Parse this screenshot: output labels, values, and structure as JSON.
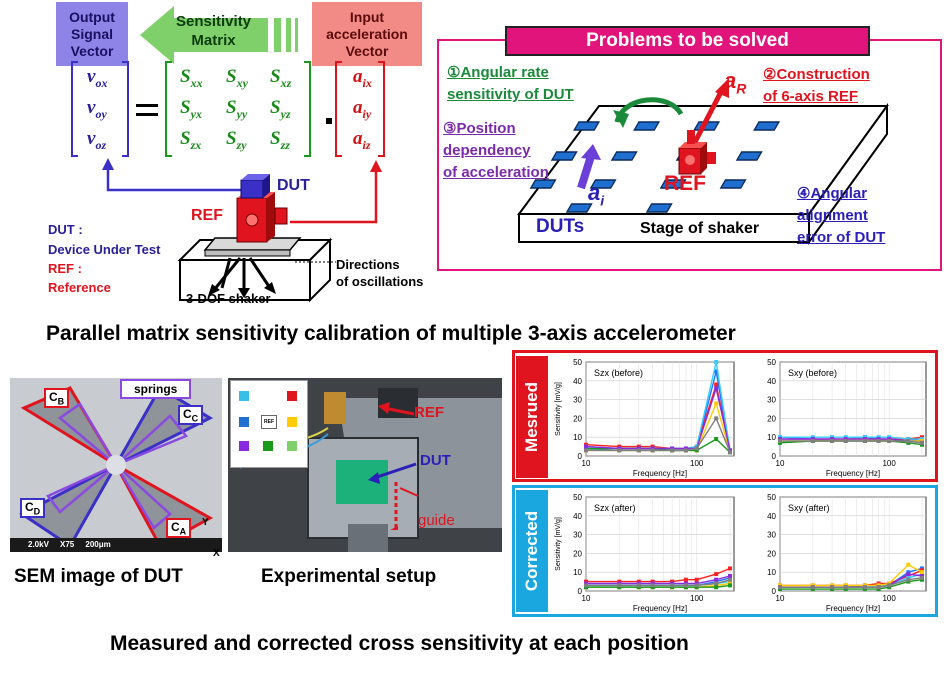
{
  "top_left": {
    "output_box": {
      "label": "Output\nSignal\nVector"
    },
    "matrix_arrow": {
      "label": "Sensitivity\nMatrix"
    },
    "input_box": {
      "label": "Input\nacceleration\nVector"
    },
    "v_vector": [
      "v",
      "v",
      "v"
    ],
    "v_subs": [
      "ox",
      "oy",
      "oz"
    ],
    "s_matrix": [
      [
        "xx",
        "xy",
        "xz"
      ],
      [
        "yx",
        "yy",
        "yz"
      ],
      [
        "zx",
        "zy",
        "zz"
      ]
    ],
    "a_vector_subs": [
      "ix",
      "iy",
      "iz"
    ],
    "dut_label": "DUT",
    "ref_label": "REF",
    "shaker_label": "3-DOF shaker",
    "oscillation_label": "Directions\nof oscillations",
    "legend_dut_key": "DUT :",
    "legend_dut_val": "Device Under Test",
    "legend_ref_key": "REF :",
    "legend_ref_val": "Reference"
  },
  "problems": {
    "title": "Problems to be solved",
    "p1": "①Angular rate\nsensitivity of DUT",
    "p2": "②Construction\nof 6-axis REF",
    "p3": "③Position\ndependency\nof acceleration",
    "p4": "④Angular\nalignment\nerror of DUT",
    "a_r": "a",
    "a_r_sub": "R",
    "a_i": "a",
    "a_i_sub": "i",
    "ref": "REF",
    "duts": "DUTs",
    "stage": "Stage of shaker"
  },
  "headline1": "Parallel matrix sensitivity calibration of multiple 3-axis accelerometer",
  "sem": {
    "caption": "SEM image of DUT",
    "springs": "springs",
    "cb": "C",
    "cb_sub": "B",
    "cc": "C",
    "cc_sub": "C",
    "cd": "C",
    "cd_sub": "D",
    "ca": "C",
    "ca_sub": "A",
    "footer": "2.0kV     X75     200μm",
    "axis_y": "Y",
    "axis_x": "X"
  },
  "setup": {
    "caption": "Experimental setup",
    "ref": "REF",
    "dut": "DUT",
    "guide": "guide",
    "inset_ref": "REF"
  },
  "results": {
    "measured_label": "Mesrued",
    "corrected_label": "Corrected",
    "measured_color": "#e0141e",
    "corrected_color": "#1aa7e0"
  },
  "chart_data": [
    {
      "type": "line",
      "title": "Szx (before)",
      "xlabel": "Frequency  [Hz]",
      "ylabel": "Sensitivity [mV/g]",
      "x": [
        10,
        20,
        30,
        40,
        60,
        80,
        100,
        150,
        200
      ],
      "xscale": "log",
      "xticks": [
        "10",
        "100"
      ],
      "ylim": [
        0,
        50
      ],
      "yticks": [
        0,
        10,
        20,
        30,
        40,
        50
      ],
      "series": [
        {
          "color": "#1f77ff",
          "values": [
            4,
            3,
            3,
            3,
            3,
            3,
            4,
            45,
            2
          ]
        },
        {
          "color": "#ff2020",
          "values": [
            6,
            5,
            5,
            5,
            4,
            4,
            5,
            38,
            3
          ]
        },
        {
          "color": "#33ccff",
          "values": [
            5,
            4,
            4,
            4,
            4,
            4,
            5,
            50,
            3
          ]
        },
        {
          "color": "#ffcc00",
          "values": [
            3,
            3,
            3,
            3,
            3,
            3,
            3,
            28,
            2
          ]
        },
        {
          "color": "#1a9a1a",
          "values": [
            4,
            4,
            4,
            4,
            3,
            3,
            3,
            9,
            2
          ]
        },
        {
          "color": "#8a2be2",
          "values": [
            5,
            4,
            4,
            4,
            4,
            4,
            4,
            36,
            3
          ]
        },
        {
          "color": "#7f7f7f",
          "values": [
            3,
            3,
            3,
            3,
            3,
            3,
            4,
            20,
            2
          ]
        }
      ]
    },
    {
      "type": "line",
      "title": "Sxy (before)",
      "xlabel": "Frequency  [Hz]",
      "ylabel": "",
      "x": [
        10,
        20,
        30,
        40,
        60,
        80,
        100,
        150,
        200
      ],
      "xscale": "log",
      "xticks": [
        "10",
        "100"
      ],
      "ylim": [
        0,
        50
      ],
      "yticks": [
        0,
        10,
        20,
        30,
        40,
        50
      ],
      "series": [
        {
          "color": "#1f77ff",
          "values": [
            10,
            9,
            9,
            9,
            10,
            9,
            9,
            9,
            8
          ]
        },
        {
          "color": "#ff2020",
          "values": [
            9,
            9,
            9,
            9,
            9,
            9,
            9,
            9,
            10
          ]
        },
        {
          "color": "#33ccff",
          "values": [
            10,
            10,
            10,
            10,
            10,
            10,
            10,
            9,
            9
          ]
        },
        {
          "color": "#ffcc00",
          "values": [
            8,
            8,
            8,
            9,
            9,
            8,
            8,
            8,
            8
          ]
        },
        {
          "color": "#1a9a1a",
          "values": [
            7,
            8,
            8,
            8,
            8,
            8,
            8,
            7,
            6
          ]
        },
        {
          "color": "#8a2be2",
          "values": [
            9,
            9,
            9,
            9,
            9,
            9,
            9,
            8,
            7
          ]
        },
        {
          "color": "#7f7f7f",
          "values": [
            8,
            8,
            8,
            8,
            8,
            8,
            8,
            8,
            7
          ]
        }
      ]
    },
    {
      "type": "line",
      "title": "Szx (after)",
      "xlabel": "Frequency  [Hz]",
      "ylabel": "Sensitivity [mV/g]",
      "x": [
        10,
        20,
        30,
        40,
        60,
        80,
        100,
        150,
        200
      ],
      "xscale": "log",
      "xticks": [
        "10",
        "100"
      ],
      "ylim": [
        0,
        50
      ],
      "yticks": [
        0,
        10,
        20,
        30,
        40,
        50
      ],
      "series": [
        {
          "color": "#1f77ff",
          "values": [
            3,
            3,
            3,
            3,
            3,
            3,
            3,
            5,
            7
          ]
        },
        {
          "color": "#ff2020",
          "values": [
            5,
            5,
            5,
            5,
            5,
            6,
            6,
            9,
            12
          ]
        },
        {
          "color": "#33ccff",
          "values": [
            3,
            3,
            3,
            3,
            3,
            3,
            3,
            4,
            5
          ]
        },
        {
          "color": "#ffcc00",
          "values": [
            2,
            2,
            2,
            2,
            2,
            2,
            2,
            3,
            4
          ]
        },
        {
          "color": "#1a9a1a",
          "values": [
            2,
            2,
            2,
            2,
            2,
            2,
            2,
            2,
            3
          ]
        },
        {
          "color": "#8a2be2",
          "values": [
            4,
            4,
            4,
            4,
            4,
            4,
            4,
            6,
            8
          ]
        },
        {
          "color": "#7f7f7f",
          "values": [
            3,
            3,
            3,
            3,
            3,
            3,
            3,
            4,
            6
          ]
        }
      ]
    },
    {
      "type": "line",
      "title": "Sxy (after)",
      "xlabel": "Frequency  [Hz]",
      "ylabel": "",
      "x": [
        10,
        20,
        30,
        40,
        60,
        80,
        100,
        150,
        200
      ],
      "xscale": "log",
      "xticks": [
        "10",
        "100"
      ],
      "ylim": [
        0,
        50
      ],
      "yticks": [
        0,
        10,
        20,
        30,
        40,
        50
      ],
      "series": [
        {
          "color": "#1f77ff",
          "values": [
            2,
            2,
            2,
            2,
            3,
            3,
            3,
            10,
            12
          ]
        },
        {
          "color": "#ff2020",
          "values": [
            3,
            3,
            3,
            3,
            3,
            4,
            4,
            8,
            11
          ]
        },
        {
          "color": "#33ccff",
          "values": [
            2,
            2,
            2,
            2,
            2,
            3,
            3,
            7,
            9
          ]
        },
        {
          "color": "#ffcc00",
          "values": [
            3,
            3,
            3,
            3,
            3,
            3,
            4,
            14,
            10
          ]
        },
        {
          "color": "#1a9a1a",
          "values": [
            1,
            1,
            1,
            1,
            1,
            1,
            2,
            5,
            6
          ]
        },
        {
          "color": "#8a2be2",
          "values": [
            2,
            2,
            2,
            2,
            2,
            2,
            3,
            9,
            8
          ]
        },
        {
          "color": "#7f7f7f",
          "values": [
            2,
            2,
            2,
            2,
            2,
            2,
            3,
            6,
            7
          ]
        }
      ]
    }
  ],
  "headline2": "Measured and corrected cross sensitivity at each position"
}
